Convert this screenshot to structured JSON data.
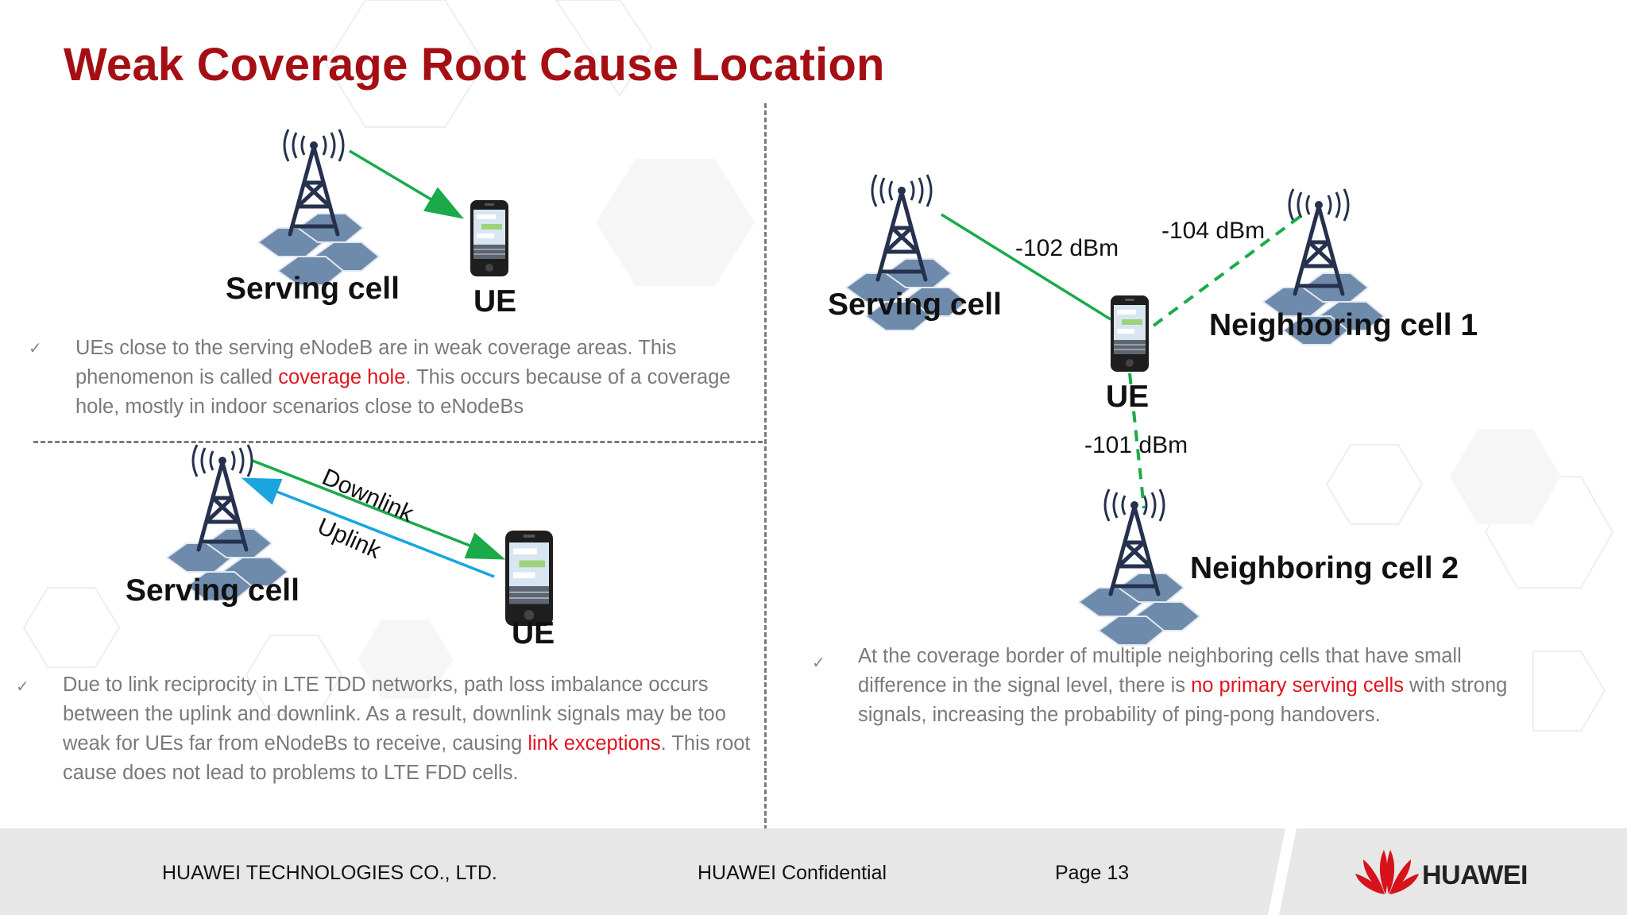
{
  "title": "Weak Coverage Root Cause Location",
  "colors": {
    "title": "#a50f14",
    "highlight": "#e0141e",
    "downlink_arrow": "#1aaa4a",
    "uplink_arrow": "#1aa5e0",
    "signal_line": "#1aaa4a",
    "tower": "#2d3a5a",
    "hex_base": "#6e8aaa",
    "footer_bg": "#e7e7e7"
  },
  "top_left": {
    "tower_label": "Serving cell",
    "ue_label": "UE",
    "bullet": "✓",
    "text_before": "UEs close to the serving eNodeB are in weak coverage areas. This phenomenon is called ",
    "text_highlight": "coverage hole",
    "text_after": ". This occurs because of a coverage hole, mostly in indoor scenarios close to eNodeBs"
  },
  "bottom_left": {
    "tower_label": "Serving cell",
    "ue_label": "UE",
    "downlink_label": "Downlink",
    "uplink_label": "Uplink",
    "bullet": "✓",
    "text_before": "Due to link reciprocity in LTE TDD networks, path loss imbalance occurs between the uplink and downlink. As a result, downlink signals may be too weak for UEs far from eNodeBs to receive, causing ",
    "text_highlight": "link exceptions",
    "text_after": ". This root cause does not lead to problems to LTE FDD cells."
  },
  "right": {
    "serving_label": "Serving cell",
    "neighbor1_label": "Neighboring cell 1",
    "neighbor2_label": "Neighboring cell 2",
    "ue_label": "UE",
    "serving_signal": "-102 dBm",
    "neighbor1_signal": "-104 dBm",
    "neighbor2_signal": "-101 dBm",
    "bullet": "✓",
    "text_before": "At the coverage border of multiple neighboring cells that have small difference in the signal level, there is ",
    "text_highlight": "no primary serving cells",
    "text_after": " with strong signals, increasing the probability of ping-pong handovers."
  },
  "footer": {
    "company": "HUAWEI TECHNOLOGIES CO., LTD.",
    "confidential": "HUAWEI Confidential",
    "page": "Page 13",
    "logo_text": "HUAWEI"
  }
}
